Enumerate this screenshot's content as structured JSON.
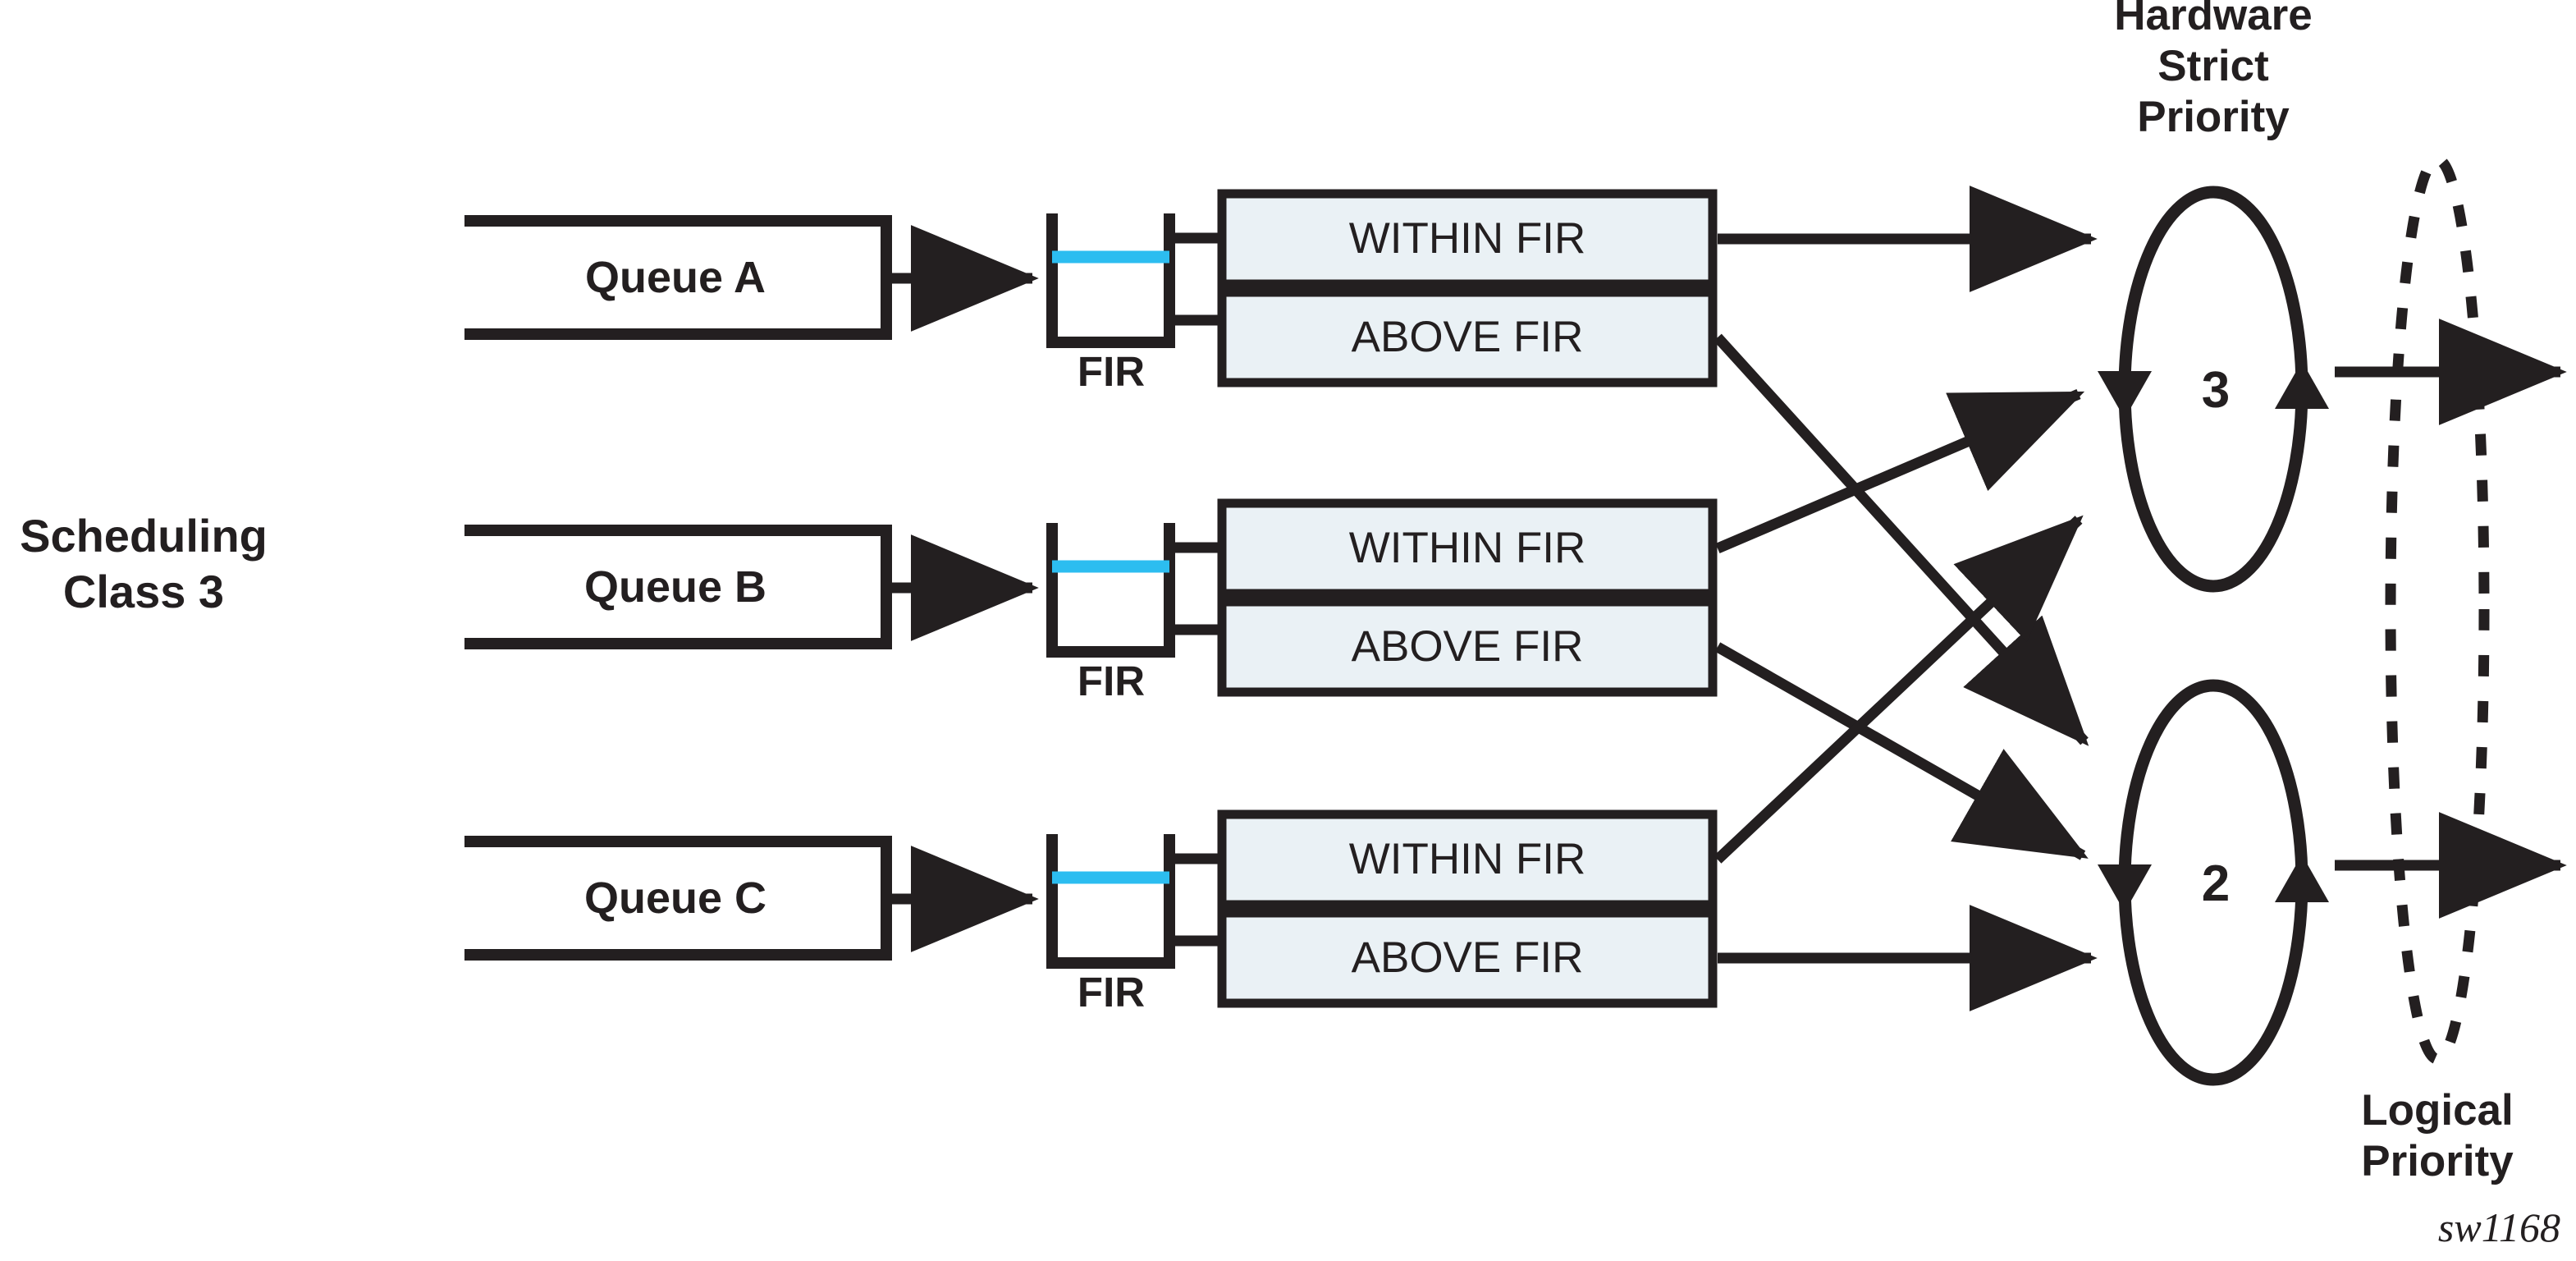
{
  "diagram": {
    "figure_id": "sw1168",
    "left_label": {
      "line1": "Scheduling",
      "line2": "Class 3"
    },
    "top_right_label": {
      "line1": "Hardware",
      "line2": "Strict",
      "line3": "Priority"
    },
    "bottom_right_label": {
      "line1": "Logical",
      "line2": "Priority"
    },
    "colors": {
      "ink": "#231f20",
      "fir_level": "#2cbdf0",
      "box_fill": "#eaf1f5",
      "page_background": "#ffffff"
    },
    "rows": [
      {
        "queue_label": "Queue A",
        "fir_label": "FIR",
        "within_label": "WITHIN FIR",
        "above_label": "ABOVE FIR",
        "within_target": "3",
        "above_target": "2"
      },
      {
        "queue_label": "Queue B",
        "fir_label": "FIR",
        "within_label": "WITHIN FIR",
        "above_label": "ABOVE FIR",
        "within_target": "3",
        "above_target": "2"
      },
      {
        "queue_label": "Queue C",
        "fir_label": "FIR",
        "within_label": "WITHIN FIR",
        "above_label": "ABOVE FIR",
        "within_target": "3",
        "above_target": "2"
      }
    ],
    "priority_nodes": [
      {
        "label": "3",
        "position": "upper"
      },
      {
        "label": "2",
        "position": "lower"
      }
    ]
  }
}
